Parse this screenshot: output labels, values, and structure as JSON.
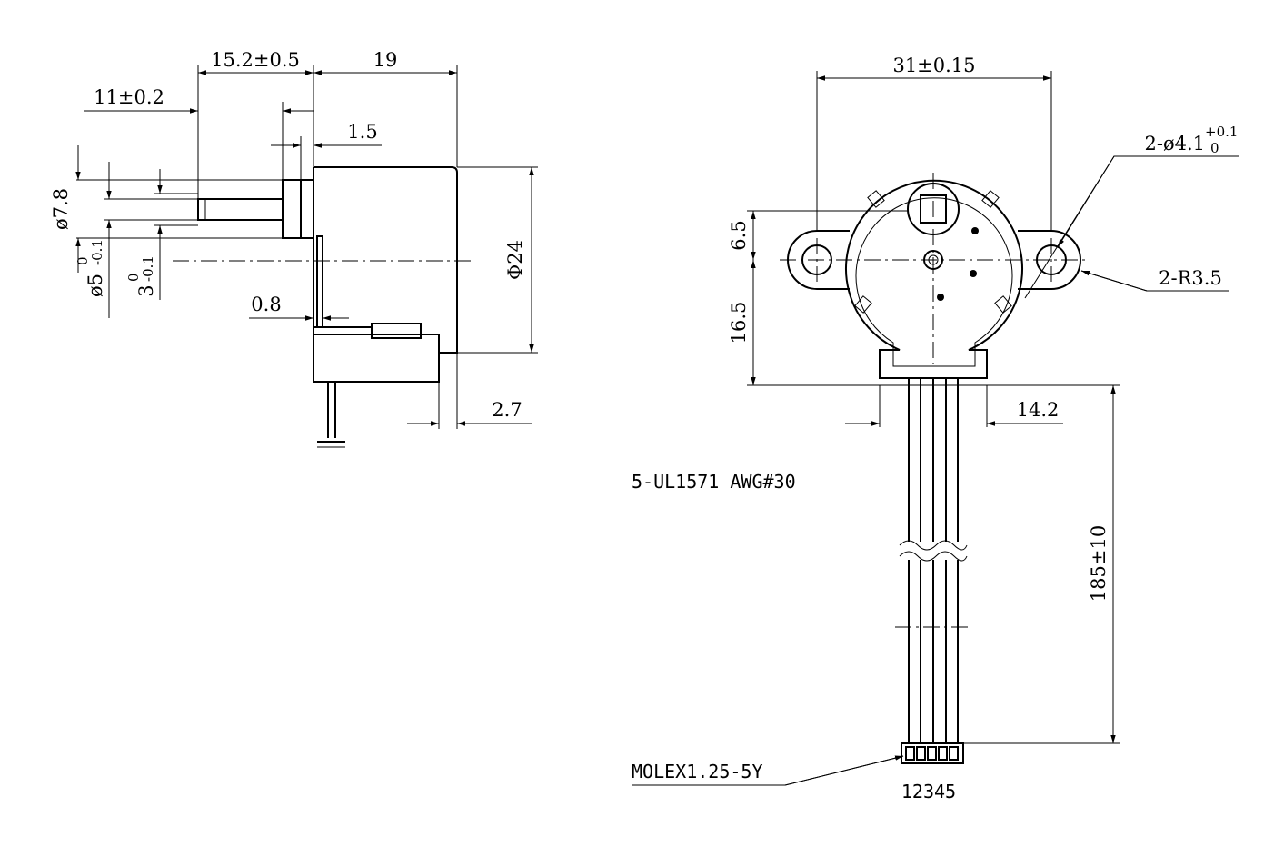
{
  "side_view": {
    "dim_shaft_offset": "15.2±0.5",
    "dim_body_width": "19",
    "dim_shaft_length": "11±0.2",
    "dim_boss_length": "1.5",
    "dim_boss_diameter": "ø7.8",
    "dim_shaft_diameter": "ø5",
    "dim_shaft_diameter_tol_upper": "0",
    "dim_shaft_diameter_tol_lower": "-0.1",
    "dim_flat": "3",
    "dim_flat_tol_upper": "0",
    "dim_flat_tol_lower": "-0.1",
    "dim_flange_thickness": "0.8",
    "dim_body_diameter": "Φ24",
    "dim_cover_offset": "2.7"
  },
  "front_view": {
    "dim_mount_spacing": "31±0.15",
    "dim_hole_diameter": "2-ø4.1",
    "dim_hole_tol_upper": "+0.1",
    "dim_hole_tol_lower": "0",
    "dim_ear_radius": "2-R3.5",
    "dim_shaft_offset_up": "6.5",
    "dim_shaft_offset_down": "16.5",
    "dim_cable_exit_width": "14.2",
    "dim_cable_length": "185±10",
    "cable_spec": "5-UL1571 AWG#30",
    "connector_spec": "MOLEX1.25-5Y",
    "connector_pins": "12345"
  }
}
